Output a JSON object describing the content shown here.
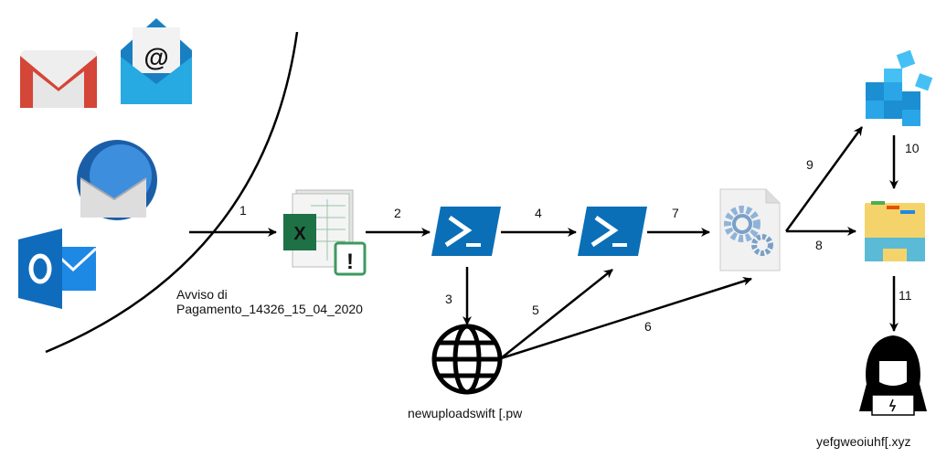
{
  "steps": {
    "s1": "1",
    "s2": "2",
    "s3": "3",
    "s4": "4",
    "s5": "5",
    "s6": "6",
    "s7": "7",
    "s8": "8",
    "s9": "9",
    "s10": "10",
    "s11": "11"
  },
  "attachment": {
    "line1": "Avviso di",
    "line2": "Pagamento_14326_15_04_2020"
  },
  "domain1": "newuploadswift [.pw",
  "domain2": "yefgweoiuhf[.xyz",
  "icons": [
    "gmail-icon",
    "email-envelope-icon",
    "thunderbird-icon",
    "outlook-icon",
    "excel-file-icon",
    "powershell-icon",
    "globe-icon",
    "config-file-gears-icon",
    "registry-icon",
    "file-explorer-icon",
    "hacker-icon"
  ],
  "colors": {
    "excel": "#1e7145",
    "powershell": "#0a6fb6",
    "registry": "#1b8fd1",
    "folder": "#f4d46a",
    "outlook": "#0f6cbd",
    "gmail": "#d44638"
  }
}
